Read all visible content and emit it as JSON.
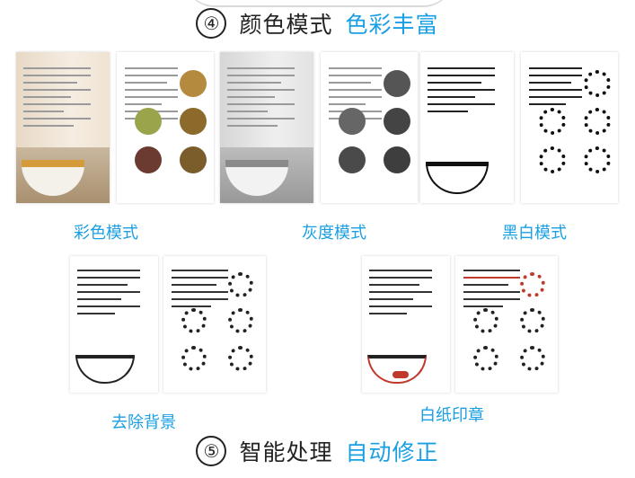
{
  "top_heading": {
    "number": "④",
    "title": "颜色模式",
    "highlight": "色彩丰富"
  },
  "bottom_heading": {
    "number": "⑤",
    "title": "智能处理",
    "highlight": "自动修正"
  },
  "modes": [
    {
      "key": "color",
      "label": "彩色模式"
    },
    {
      "key": "gray",
      "label": "灰度模式"
    },
    {
      "key": "bw",
      "label": "黑白模式"
    },
    {
      "key": "bgremove",
      "label": "去除背景"
    },
    {
      "key": "stamp",
      "label": "白纸印章"
    }
  ],
  "colors": {
    "accent": "#1a9fe3",
    "text": "#222222"
  }
}
